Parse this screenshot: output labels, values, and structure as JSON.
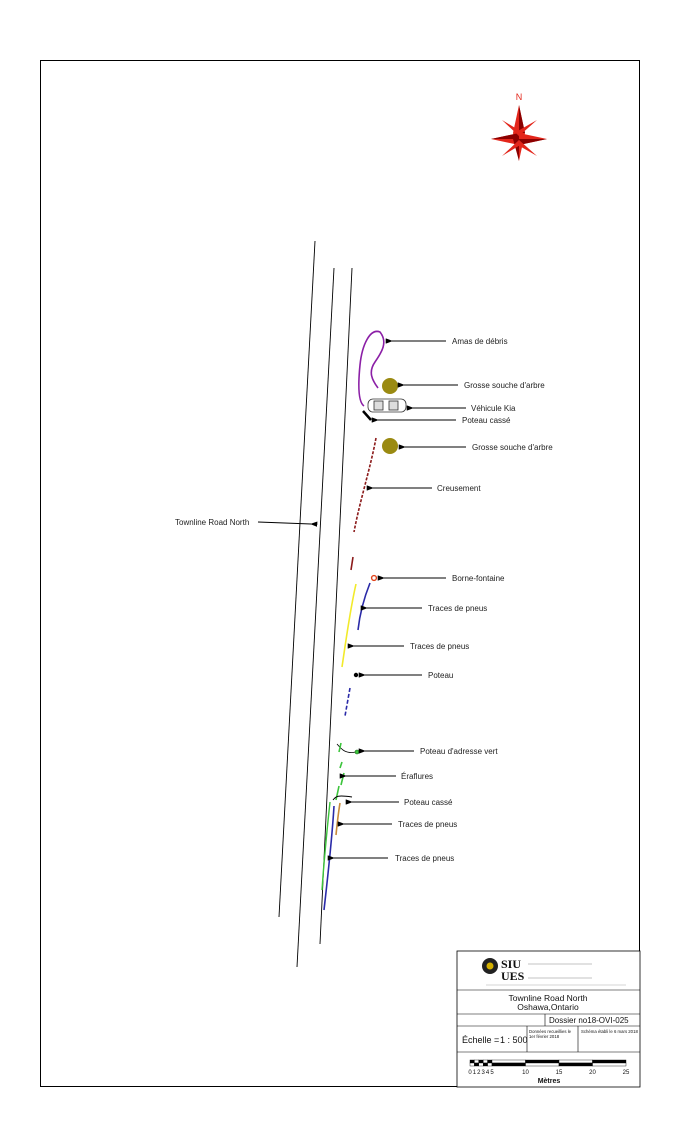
{
  "compass": {
    "north_label": "N",
    "color": "#e3261b",
    "dark": "#8b0000"
  },
  "road": {
    "name": "Townline Road North"
  },
  "labels": {
    "debris": "Amas de débris",
    "stump1": "Grosse souche d'arbre",
    "vehicle": "Véhicule Kia",
    "broken_pole1": "Poteau cassé",
    "stump2": "Grosse souche d'arbre",
    "gouge": "Creusement",
    "hydrant": "Borne-fontaine",
    "tire1": "Traces de pneus",
    "tire2": "Traces de pneus",
    "pole": "Poteau",
    "green_pole": "Poteau d'adresse vert",
    "scrapes": "Éraflures",
    "broken_pole2": "Poteau cassé",
    "tire3": "Traces de pneus",
    "tire4": "Traces de pneus"
  },
  "colors": {
    "debris": "#8b1fa6",
    "stump": "#9a8a12",
    "gouge": "#8b1a1a",
    "tire_yellow": "#f2ea2a",
    "tire_blue": "#2a2aa8",
    "scrape_green": "#3cc43c",
    "tire_orange": "#c98a3a",
    "hydrant": "#e0431b"
  },
  "title_block": {
    "logo_siu": "SIU",
    "logo_ues": "UES",
    "location_line1": "Townline Road North",
    "location_line2": "Oshawa,Ontario",
    "file_no": "Dossier no18-OVI-025",
    "scale_label": "Échelle =",
    "scale_value": "1 : 500",
    "data_collected": "Données recueillies le 1er février 2018",
    "drawn_on": "Schéma établi le 6 mars 2018",
    "scale_ticks": [
      "0",
      "1",
      "2",
      "3",
      "4",
      "5",
      "10",
      "15",
      "20",
      "25"
    ],
    "scale_unit": "Mètres"
  }
}
